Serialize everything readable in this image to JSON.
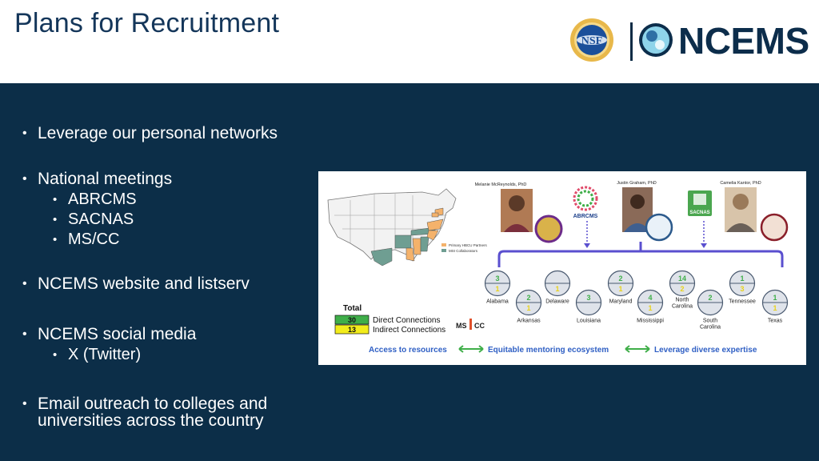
{
  "slide": {
    "title": "Plans for Recruitment"
  },
  "logos": {
    "nsf_text": "NSF",
    "ncems_text": "NCEMS"
  },
  "bullets": [
    {
      "text": "Leverage our personal networks",
      "sub": []
    },
    {
      "text": "National meetings",
      "sub": [
        "ABRCMS",
        "SACNAS",
        "MS/CC"
      ]
    },
    {
      "text": "NCEMS website and listserv",
      "sub": []
    },
    {
      "text": "NCEMS social media",
      "sub": [
        "X (Twitter)"
      ]
    },
    {
      "text": "Email outreach to colleges and universities across the country",
      "sub": []
    }
  ],
  "figure": {
    "map_legend": [
      "Primary HBCU Partners",
      "MSI Collaborators"
    ],
    "people": [
      {
        "name": "Melanie McReynolds, PhD"
      },
      {
        "name": "Justin Graham, PhD"
      },
      {
        "name": "Camelia Kantor, PhD"
      }
    ],
    "org_labels": [
      "ABRCMS",
      "SACNAS"
    ],
    "total_label": "Total",
    "totals": [
      {
        "value": "30",
        "label": "Direct Connections",
        "color": "#3fae49"
      },
      {
        "value": "13",
        "label": "Indirect Connections",
        "color": "#f2ec1c"
      }
    ],
    "mscc_label": "MS",
    "mscc_cc": "CC",
    "states": [
      {
        "name": "Alabama",
        "direct": "3",
        "indirect": "1"
      },
      {
        "name": "Arkansas",
        "direct": "2",
        "indirect": "1"
      },
      {
        "name": "Delaware",
        "direct": "",
        "indirect": "1"
      },
      {
        "name": "Louisiana",
        "direct": "3",
        "indirect": ""
      },
      {
        "name": "Maryland",
        "direct": "2",
        "indirect": "1"
      },
      {
        "name": "Mississippi",
        "direct": "4",
        "indirect": "1"
      },
      {
        "name": "North Carolina",
        "direct": "14",
        "indirect": "2"
      },
      {
        "name": "South Carolina",
        "direct": "2",
        "indirect": ""
      },
      {
        "name": "Tennessee",
        "direct": "1",
        "indirect": "3"
      },
      {
        "name": "Texas",
        "direct": "1",
        "indirect": "1"
      }
    ],
    "bottom_line": [
      "Access to resources",
      "Equitable mentoring ecosystem",
      "Leverage diverse expertise"
    ],
    "colors": {
      "direct": "#3fae49",
      "indirect": "#e8d21a",
      "brace": "#5a4fcf",
      "bottom_text": "#2f5fc4",
      "bottom_arrow": "#3fae49",
      "hbcu": "#f4b26b",
      "msi": "#6f9e92"
    }
  }
}
